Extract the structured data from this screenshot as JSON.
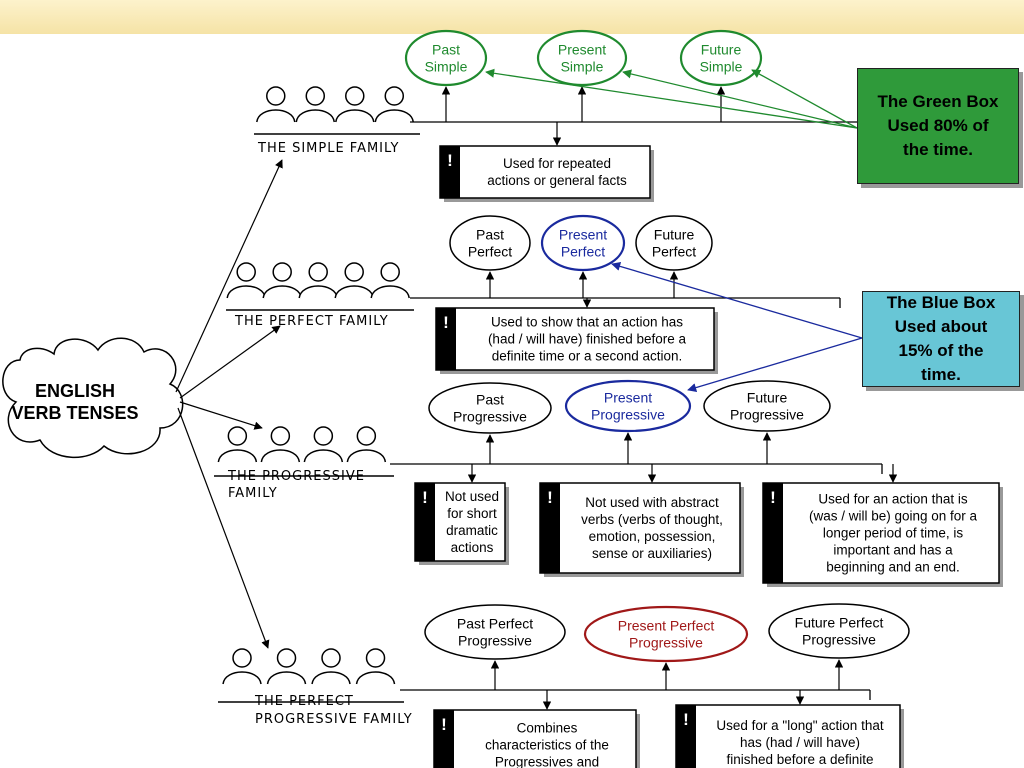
{
  "center": {
    "line1": "ENGLISH",
    "line2": "VERB TENSES"
  },
  "families": [
    {
      "id": "simple",
      "label_lines": [
        "THE SIMPLE FAMILY"
      ],
      "tenses": [
        {
          "lines": [
            "Past",
            "Simple"
          ],
          "color": "#1f8a2e"
        },
        {
          "lines": [
            "Present",
            "Simple"
          ],
          "color": "#1f8a2e"
        },
        {
          "lines": [
            "Future",
            "Simple"
          ],
          "color": "#1f8a2e"
        }
      ],
      "notes": [
        {
          "lines": [
            "Used for repeated",
            "actions or general facts"
          ]
        }
      ]
    },
    {
      "id": "perfect",
      "label_lines": [
        "THE PERFECT FAMILY"
      ],
      "tenses": [
        {
          "lines": [
            "Past",
            "Perfect"
          ],
          "color": "#000000"
        },
        {
          "lines": [
            "Present",
            "Perfect"
          ],
          "color": "#1a2a9e"
        },
        {
          "lines": [
            "Future",
            "Perfect"
          ],
          "color": "#000000"
        }
      ],
      "notes": [
        {
          "lines": [
            "Used to show that an action has",
            "(had / will have) finished before a",
            "definite time or a second action."
          ]
        }
      ]
    },
    {
      "id": "progressive",
      "label_lines": [
        "THE PROGRESSIVE",
        "FAMILY"
      ],
      "tenses": [
        {
          "lines": [
            "Past",
            "Progressive"
          ],
          "color": "#000000"
        },
        {
          "lines": [
            "Present",
            "Progressive"
          ],
          "color": "#1a2a9e"
        },
        {
          "lines": [
            "Future",
            "Progressive"
          ],
          "color": "#000000"
        }
      ],
      "notes": [
        {
          "lines": [
            "Not used",
            "for short",
            "dramatic",
            "actions"
          ]
        },
        {
          "lines": [
            "Not used with abstract",
            "verbs (verbs of thought,",
            "emotion, possession,",
            "sense or auxiliaries)"
          ]
        },
        {
          "lines": [
            "Used for an action that is",
            "(was / will be) going on for a",
            "longer period of time, is",
            "important and has a",
            "beginning and an end."
          ]
        }
      ]
    },
    {
      "id": "perfect-progressive",
      "label_lines": [
        "THE PERFECT",
        "PROGRESSIVE FAMILY"
      ],
      "tenses": [
        {
          "lines": [
            "Past Perfect",
            "Progressive"
          ],
          "color": "#000000"
        },
        {
          "lines": [
            "Present Perfect",
            "Progressive"
          ],
          "color": "#a01818"
        },
        {
          "lines": [
            "Future Perfect",
            "Progressive"
          ],
          "color": "#000000"
        }
      ],
      "notes": [
        {
          "lines": [
            "Combines",
            "characteristics of the",
            "Progressives and"
          ]
        },
        {
          "lines": [
            "Used for a \"long\" action that",
            "has (had / will have)",
            "finished before a definite"
          ]
        }
      ]
    }
  ],
  "callouts": {
    "green": {
      "lines": [
        "The Green Box",
        "Used 80% of",
        "the time."
      ],
      "color": "#2f9a3a"
    },
    "blue": {
      "lines": [
        "The Blue Box",
        "Used about",
        "15% of the",
        "time."
      ],
      "color": "#68c6d6"
    }
  },
  "note_marker": "!"
}
